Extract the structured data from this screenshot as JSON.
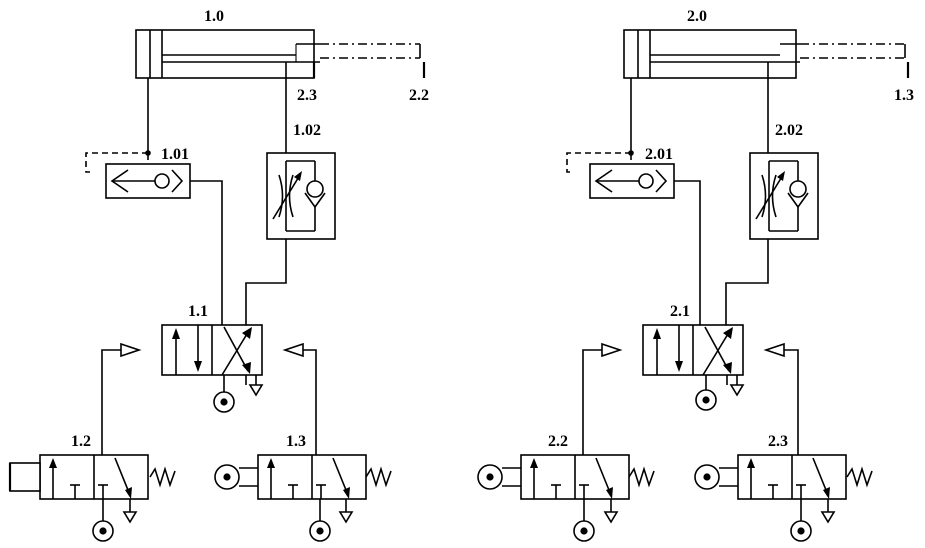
{
  "diagram": {
    "circuit_left": {
      "cylinder": "1.0",
      "check_valve": "1.01",
      "flow_control": "1.02",
      "main_valve": "1.1",
      "valve_left": "1.2",
      "valve_right": "1.3",
      "rod_marker_1": "2.3",
      "rod_marker_2": "2.2"
    },
    "circuit_right": {
      "cylinder": "2.0",
      "check_valve": "2.01",
      "flow_control": "2.02",
      "main_valve": "2.1",
      "valve_left": "2.2",
      "valve_right": "2.3",
      "rod_marker_1": "1.3"
    }
  }
}
